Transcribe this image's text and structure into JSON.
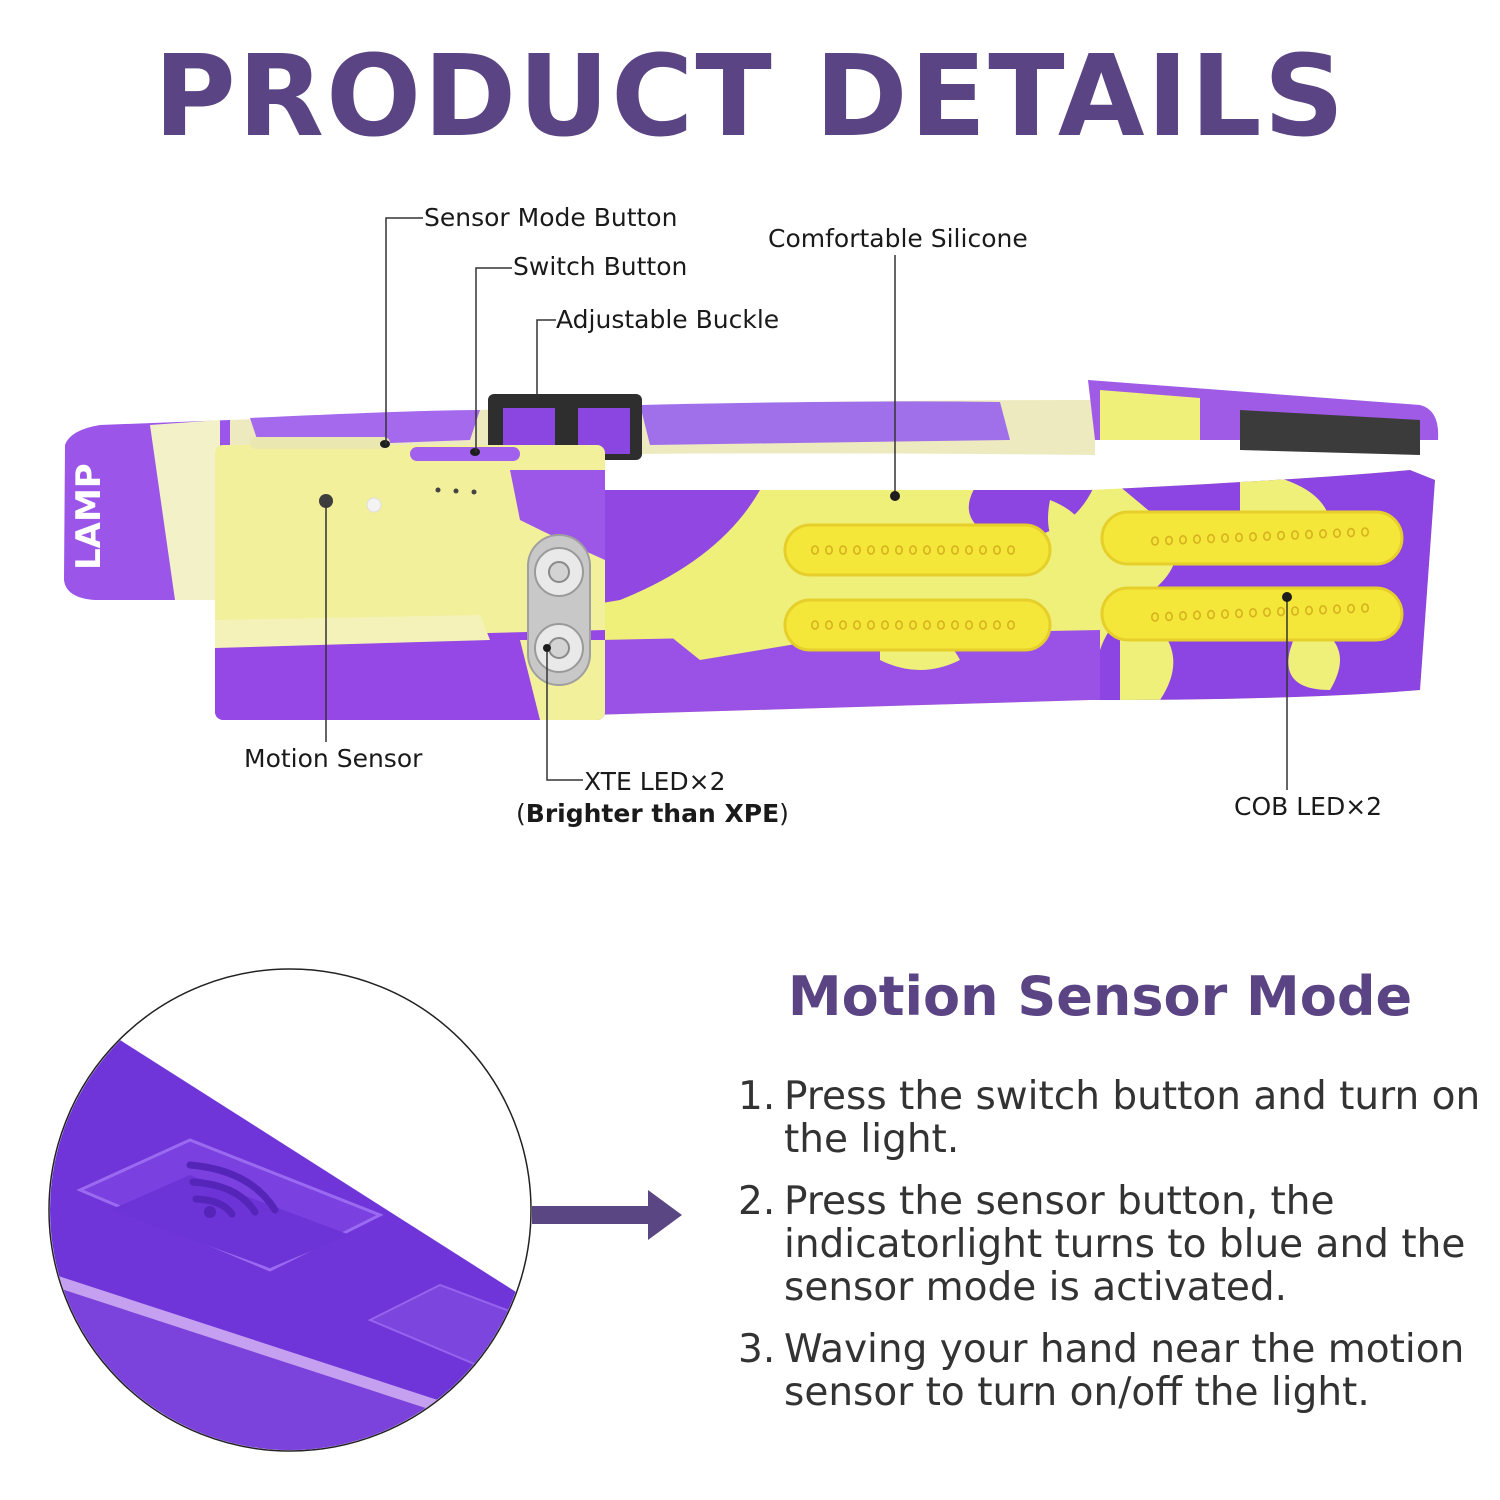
{
  "header": {
    "title": "PRODUCT DETAILS"
  },
  "callouts": {
    "sensor_mode_button": "Sensor Mode Button",
    "switch_button": "Switch Button",
    "adjustable_buckle": "Adjustable Buckle",
    "comfortable_silicone": "Comfortable Silicone",
    "motion_sensor": "Motion Sensor",
    "xte_led": "XTE LED×2",
    "xte_led_note_open": "(",
    "xte_led_note": "Brighter than XPE",
    "xte_led_note_close": ")",
    "cob_led": "COB LED×2"
  },
  "strap_brand_text": "LAMP",
  "motion_section": {
    "title": "Motion Sensor Mode",
    "steps": [
      {
        "num": "1.",
        "text": "Press the switch button and turn on the light."
      },
      {
        "num": "2.",
        "text": "Press the sensor button, the indicatorlight turns to blue and the sensor mode is activated."
      },
      {
        "num": "3.",
        "text": "Waving your hand near the motion sensor to turn on/off the light."
      }
    ]
  },
  "colors": {
    "title_purple": "#5a4483",
    "band_purple": "#8b3fe0",
    "band_yellow": "#eef07a",
    "led_yellow": "#f5e63a",
    "arrow_purple": "#5b4684"
  },
  "icons": [
    "wifi-sensor-icon",
    "arrow-right-icon"
  ]
}
